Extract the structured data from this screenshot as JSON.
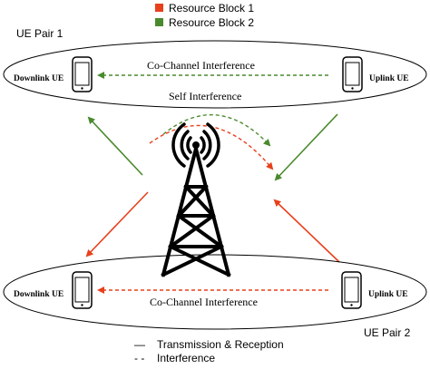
{
  "legend_top": {
    "items": [
      {
        "label": "Resource Block 1",
        "color": "#e8401c"
      },
      {
        "label": "Resource Block 2",
        "color": "#4a8a2e"
      }
    ]
  },
  "pair1": {
    "title": "UE Pair 1",
    "downlink_label": "Downlink UE",
    "uplink_label": "Uplink UE",
    "cci_label": "Co-Channel Interference"
  },
  "self_interference_label": "Self Interference",
  "pair2": {
    "title": "UE Pair 2",
    "downlink_label": "Downlink UE",
    "uplink_label": "Uplink UE",
    "cci_label": "Co-Channel Interference"
  },
  "legend_bottom": {
    "solid_symbol": "—",
    "solid_label": "Transmission & Reception",
    "dashed_symbol": "- -",
    "dashed_label": "Interference"
  },
  "icons": [
    "phone-icon",
    "cell-tower-icon",
    "signal-waves-icon"
  ],
  "colors": {
    "red": "#e8401c",
    "green": "#4a8a2e",
    "black": "#000000"
  }
}
